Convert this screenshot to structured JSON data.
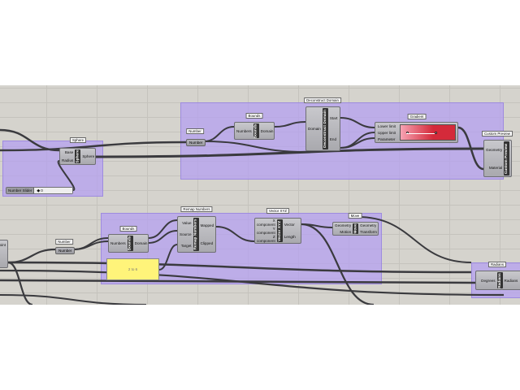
{
  "canvas": {
    "group_color": "#c4b4e8",
    "wire_color": "#3a3a3e"
  },
  "sphere": {
    "tag": "Sphere",
    "name": "Sphere",
    "inputs": [
      "Base",
      "Radius"
    ],
    "outputs": [
      "Sphere"
    ]
  },
  "slider": {
    "name": "Number Slider",
    "value": "0"
  },
  "number_top": {
    "tag": "Number",
    "name": "Number"
  },
  "bounds_top": {
    "tag": "Bounds",
    "name": "Bounds",
    "inputs": [
      "Numbers"
    ],
    "outputs": [
      "Domain"
    ]
  },
  "deconstruct": {
    "tag": "Deconstruct Domain",
    "name": "Deconstruct Domain",
    "inputs": [
      "Domain"
    ],
    "outputs": [
      "Start",
      "End"
    ]
  },
  "gradient": {
    "tag": "Gradient",
    "inputs": [
      "Lower limit",
      "Upper limit",
      "Parameter"
    ],
    "colors": [
      "#f6a3b3",
      "#d42a3a"
    ]
  },
  "custom_preview": {
    "tag": "Custom Preview",
    "name": "Custom Preview",
    "inputs": [
      "Geometry",
      "Material"
    ],
    "outputs": []
  },
  "remap": {
    "tag": "Remap Numbers",
    "name": "Remap Numbers",
    "inputs": [
      "Value",
      "Source",
      "Target"
    ],
    "outputs": [
      "Mapped",
      "Clipped"
    ]
  },
  "bounds_bottom": {
    "tag": "Bounds",
    "name": "Bounds",
    "inputs": [
      "Numbers"
    ],
    "outputs": [
      "Domain"
    ]
  },
  "number_bottom": {
    "tag": "Number",
    "name": "Number"
  },
  "vector": {
    "tag": "Vector XYZ",
    "name": "Vector XYZ",
    "inputs": [
      "X component",
      "Y component",
      "Z component"
    ],
    "outputs": [
      "Vector",
      "Length"
    ]
  },
  "move": {
    "tag": "Move",
    "name": "Move",
    "inputs": [
      "Geometry",
      "Motion"
    ],
    "outputs": [
      "Geometry",
      "Transform"
    ]
  },
  "radians": {
    "tag": "Radians",
    "name": "Radians",
    "inputs": [
      "Degrees"
    ],
    "outputs": [
      "Radians"
    ]
  },
  "partial_point": {
    "outputs": [
      "oint"
    ]
  },
  "panel": {
    "text": "2 to 6",
    "color": "#fff47a"
  }
}
